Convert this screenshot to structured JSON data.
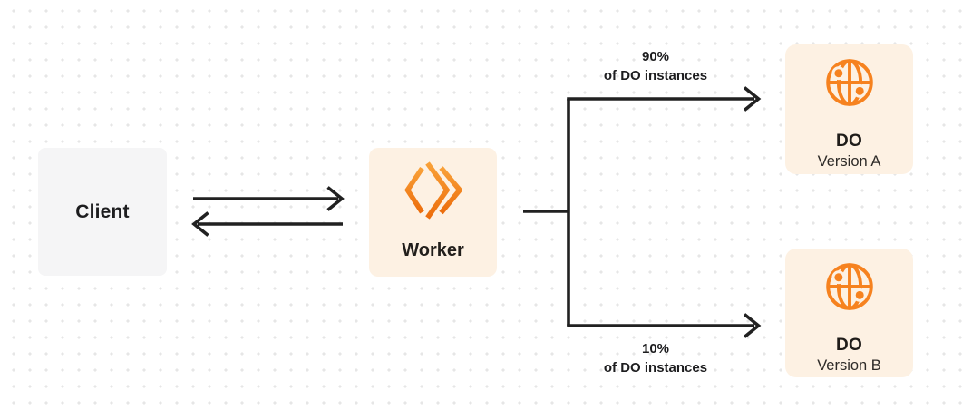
{
  "colors": {
    "background": "#ffffff",
    "grid_dot": "#e6e6e6",
    "client_box_bg": "#f5f5f6",
    "cream_box_bg": "#fdf1e3",
    "accent_orange": "#f6821f",
    "worker_logo_gradient_top": "#f9a138",
    "worker_logo_gradient_bottom": "#ec6d0c",
    "connector_line": "#212121",
    "text": "#1d1d1f"
  },
  "nodes": {
    "client": {
      "label": "Client"
    },
    "worker": {
      "label": "Worker",
      "icon": "workers-logo-icon"
    },
    "do_version_a": {
      "title": "DO",
      "subtitle": "Version A",
      "icon": "globe-icon"
    },
    "do_version_b": {
      "title": "DO",
      "subtitle": "Version B",
      "icon": "globe-icon"
    }
  },
  "edge_labels": {
    "top": {
      "percent": "90%",
      "caption": "of DO instances"
    },
    "bottom": {
      "percent": "10%",
      "caption": "of DO instances"
    }
  }
}
